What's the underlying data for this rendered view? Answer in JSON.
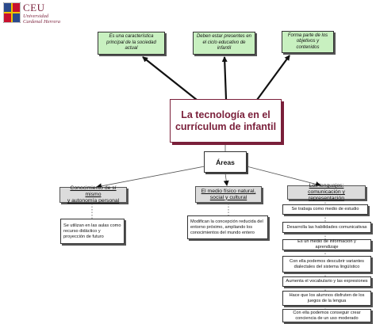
{
  "logo": {
    "title": "CEU",
    "line1": "Universidad",
    "line2": "Cardenal Herrera"
  },
  "goals": [
    "Es una característica principal de la sociedad actual",
    "Deben estar presentes en el ciclo educativo de infantil",
    "Forma parte de los objetivos y contenidos"
  ],
  "central": {
    "line1": "La tecnología en el",
    "line2": "currículum de infantil"
  },
  "areas_label": "Áreas",
  "categories": [
    {
      "line1": "Conocimiento de sí mismo",
      "line2": "y autonomía personal"
    },
    {
      "line1": "El medio físico natural,",
      "line2": "social y cultural"
    },
    {
      "line1": "Los lenguajes:",
      "line2": "comunicación y representación"
    }
  ],
  "left_desc": "Se utilizan en las aulas como recurso didáctico y proyección de futuro",
  "middle_desc": "Modifican la concepción reducida del entorno próximo, ampliando los conocimientos del mundo entero",
  "language_items": [
    "Se trabaja como medio de estudio",
    "Desarrolla las habilidades comunicativas",
    "Es un medio de información y aprendizaje",
    "Con ella podemos descubrir variantes dialectales del sistema lingüístico",
    "Aumenta el vocabulario y las expresiones",
    "Hace que los alumnos disfruten de los juegos de la lengua",
    "Con ella podemos conseguir crear conciencia de un uso moderado"
  ]
}
